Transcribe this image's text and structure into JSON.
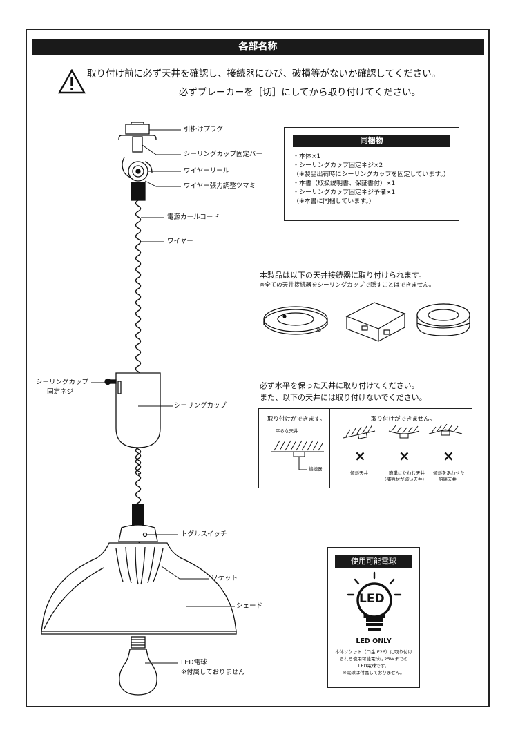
{
  "title": "各部名称",
  "warning": {
    "line1": "取り付け前に必ず天井を確認し、接続器にひび、破損等がないか確認してください。",
    "line2": "必ずブレーカーを［切］にしてから取り付けてください。"
  },
  "parts": {
    "hook_plug": "引掛けプラグ",
    "cup_bar": "シーリングカップ固定バー",
    "wire_reel": "ワイヤーリール",
    "tension_knob": "ワイヤー張力調整ツマミ",
    "curl_cord": "電源カールコード",
    "wire": "ワイヤー",
    "cup_screw_l1": "シーリングカップ",
    "cup_screw_l2": "固定ネジ",
    "ceiling_cup": "シーリングカップ",
    "toggle": "トグルスイッチ",
    "socket": "ソケット",
    "shade": "シェード",
    "bulb_l1": "LED電球",
    "bulb_l2": "※付属しておりません"
  },
  "contents": {
    "heading": "同梱物",
    "items": [
      "・本体×1",
      "・シーリングカップ固定ネジ×2",
      "（※製品出荷時にシーリングカップを固定しています。）",
      "・本書（取扱説明書、保証書付）×1",
      "・シーリングカップ固定ネジ予備×1",
      "（※本書に同梱しています。）"
    ]
  },
  "connectors": {
    "line1": "本製品は以下の天井接続器に取り付けられます。",
    "line2": "※全ての天井接続器をシーリングカップで隠すことはできません。"
  },
  "level": {
    "line1": "必ず水平を保った天井に取り付けてください。",
    "line2": "また、以下の天井には取り付けないでください。",
    "ok_head": "取り付けができます。",
    "ng_head": "取り付けができません。",
    "flat": "平らな天井",
    "connector": "接続器",
    "ng1": "傾斜天井",
    "ng2_l1": "簡単にたわむ天井",
    "ng2_l2": "（補強材が弱い天井）",
    "ng3_l1": "傾斜をあわせた",
    "ng3_l2": "船底天井",
    "x": "×"
  },
  "bulb": {
    "heading": "使用可能電球",
    "logo": "LED",
    "only": "LED ONLY",
    "desc": [
      "本体ソケット（口金 E26）に取り付け",
      "られる使用可能電球は25Wまでの",
      "LED電球です。",
      "※電球は付属しておりません。"
    ]
  }
}
